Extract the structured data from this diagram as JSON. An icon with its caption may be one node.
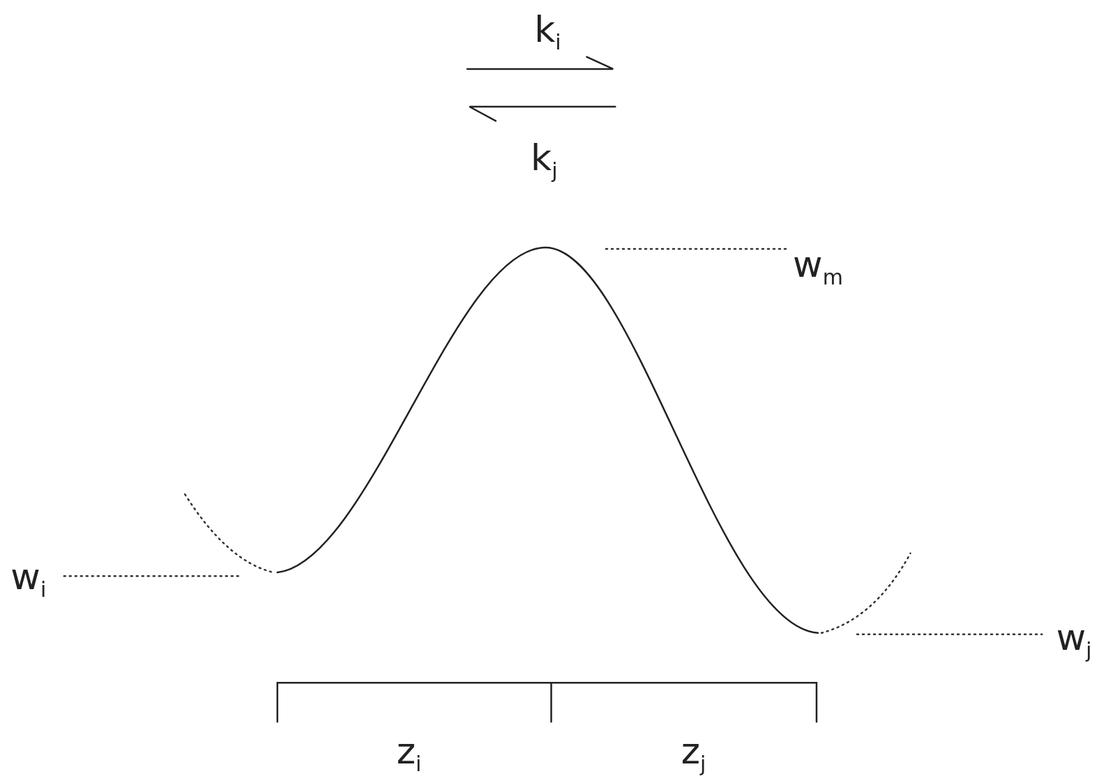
{
  "diagram": {
    "labels": [
      "k$_{i}$",
      "k$_{j}$",
      "w$_{m}$",
      "w$_{i}$",
      "w$_{j}$",
      "z$_{i}$",
      "z$_{j}$"
    ]
  }
}
